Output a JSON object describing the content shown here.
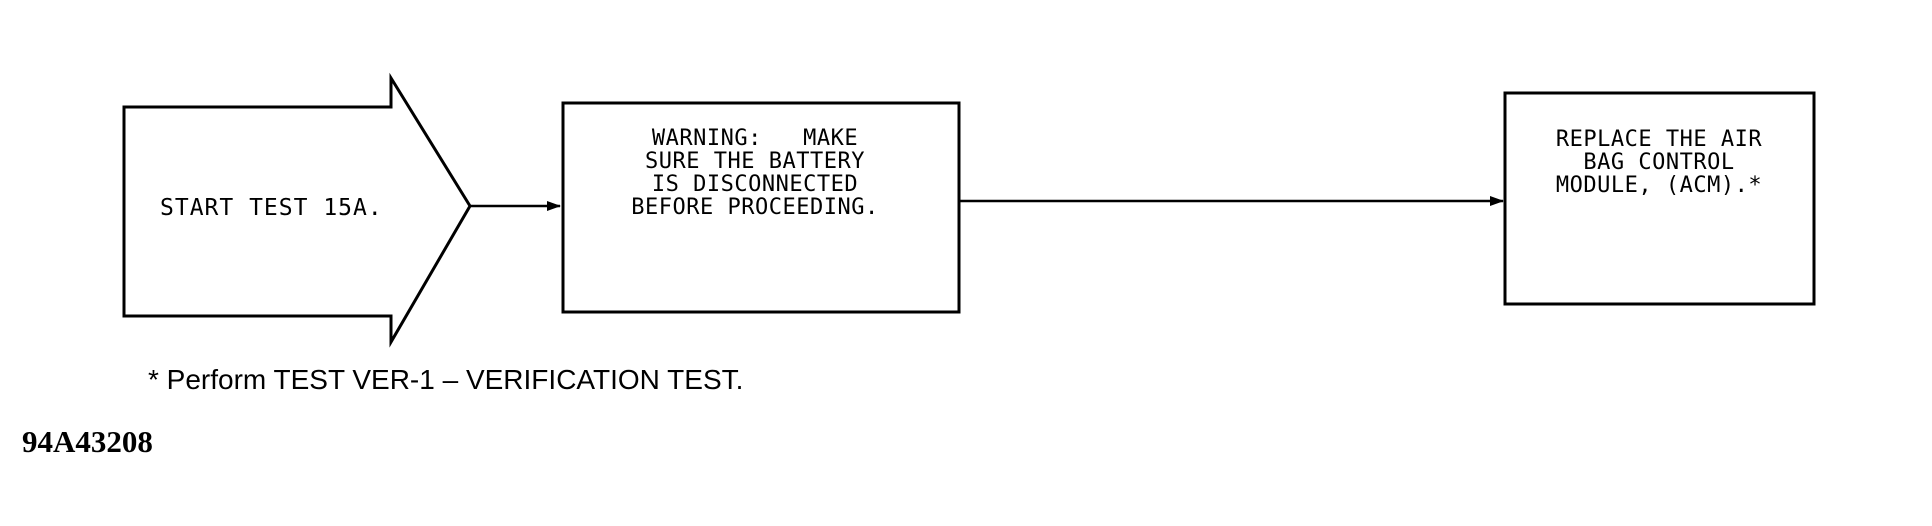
{
  "flowchart": {
    "start_label": "START TEST 15A.",
    "warning_label": "WARNING:   MAKE\nSURE THE BATTERY\nIS DISCONNECTED\nBEFORE PROCEEDING.",
    "action_label": "REPLACE THE AIR\nBAG CONTROL\nMODULE, (ACM).*"
  },
  "footnote": "* Perform TEST VER-1 – VERIFICATION TEST.",
  "figure_id": "94A43208"
}
